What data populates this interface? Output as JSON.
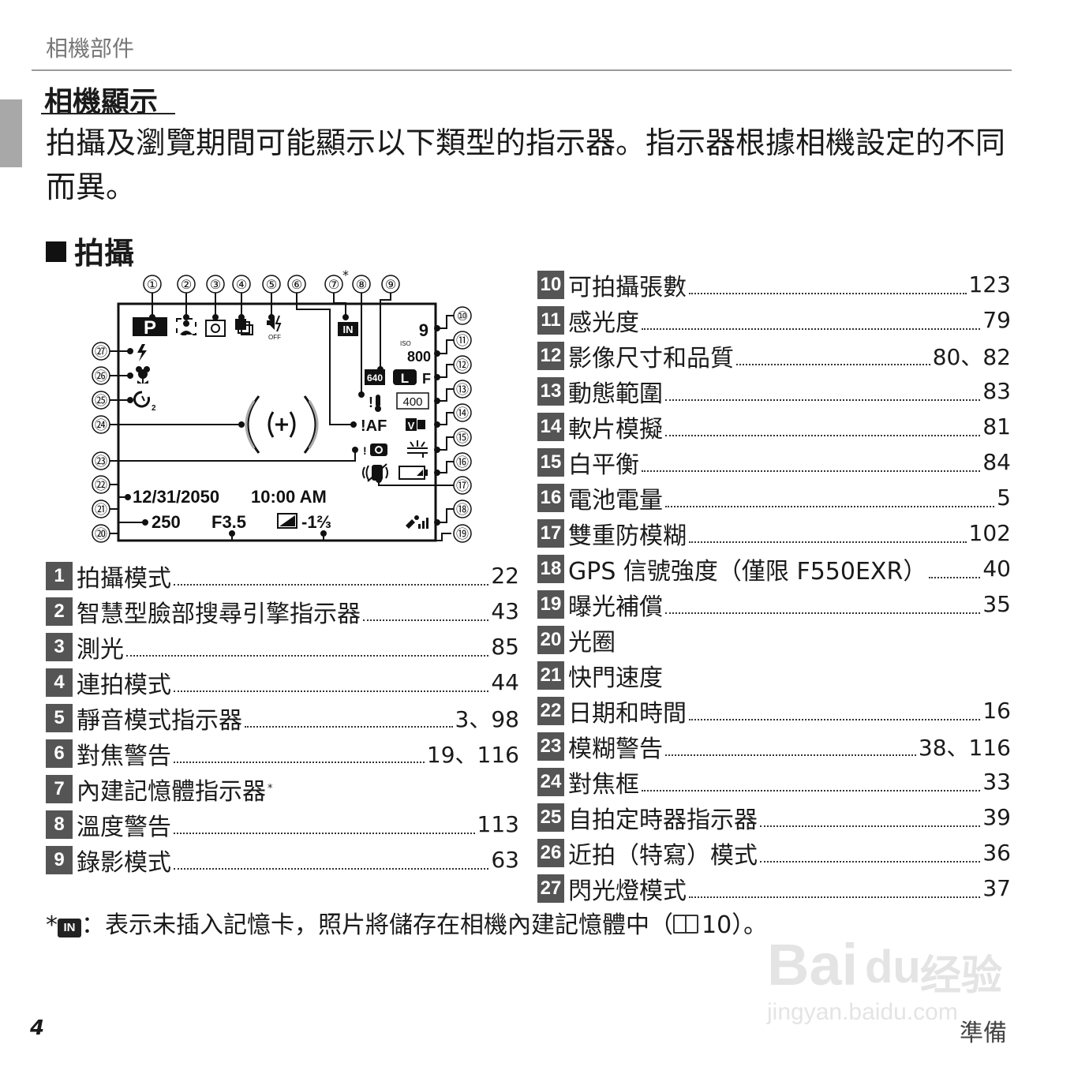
{
  "header": {
    "section": "相機部件"
  },
  "title": "相機顯示",
  "intro": "拍攝及瀏覽期間可能顯示以下類型的指示器。指示器根據相機設定的不同而異。",
  "subhead": "拍攝",
  "diagram": {
    "mode_icon": "P",
    "internal_memory_icon": "IN",
    "frames": "9",
    "iso_label": "ISO",
    "iso_value": "800",
    "movie_mode": "640",
    "image_size": "L",
    "image_quality": "F",
    "dynamic_range": "400",
    "focus_warning": "!AF",
    "date": "12/31/2050",
    "time": "10:00 AM",
    "shutter": "250",
    "aperture": "F3.5",
    "exposure_comp": "-1⅔",
    "silent_label": "OFF",
    "callouts": [
      "①",
      "②",
      "③",
      "④",
      "⑤",
      "⑥",
      "⑦",
      "⑧",
      "⑨",
      "⑩",
      "⑪",
      "⑫",
      "⑬",
      "⑭",
      "⑮",
      "⑯",
      "⑰",
      "⑱",
      "⑲",
      "⑳",
      "㉑",
      "㉒",
      "㉓",
      "㉔",
      "㉕",
      "㉖",
      "㉗"
    ],
    "callout_star": "*",
    "icons": {
      "face_detect": "face-detection-icon",
      "metering": "metering-icon",
      "continuous": "continuous-shooting-icon",
      "silent": "silent-mode-icon",
      "temperature": "temperature-warning-icon",
      "film_sim": "film-simulation-icon",
      "white_balance": "white-balance-icon",
      "battery": "battery-icon",
      "dual_is": "dual-is-icon",
      "gps": "gps-signal-icon",
      "blur_warning": "blur-warning-icon",
      "focus_frame": "focus-frame-icon",
      "self_timer": "self-timer-icon",
      "macro": "macro-icon",
      "flash": "flash-icon",
      "exposure": "exposure-compensation-icon"
    }
  },
  "list_left": [
    {
      "num": "1",
      "label": "拍攝模式",
      "page": "22"
    },
    {
      "num": "2",
      "label": "智慧型臉部搜尋引擎指示器",
      "page": "43"
    },
    {
      "num": "3",
      "label": "測光",
      "page": "85"
    },
    {
      "num": "4",
      "label": "連拍模式",
      "page": "44"
    },
    {
      "num": "5",
      "label": "靜音模式指示器",
      "page": "3、98"
    },
    {
      "num": "6",
      "label": "對焦警告",
      "page": "19、116"
    },
    {
      "num": "7",
      "label": "內建記憶體指示器",
      "note": "*",
      "page": ""
    },
    {
      "num": "8",
      "label": "溫度警告",
      "page": "113"
    },
    {
      "num": "9",
      "label": "錄影模式",
      "page": "63"
    }
  ],
  "list_right": [
    {
      "num": "10",
      "label": "可拍攝張數",
      "page": "123"
    },
    {
      "num": "11",
      "label": "感光度",
      "page": "79"
    },
    {
      "num": "12",
      "label": "影像尺寸和品質",
      "page": "80、82"
    },
    {
      "num": "13",
      "label": "動態範圍",
      "page": "83"
    },
    {
      "num": "14",
      "label": "軟片模擬",
      "page": "81"
    },
    {
      "num": "15",
      "label": "白平衡",
      "page": "84"
    },
    {
      "num": "16",
      "label": "電池電量",
      "page": "5"
    },
    {
      "num": "17",
      "label": "雙重防模糊",
      "page": "102"
    },
    {
      "num": "18",
      "label": "GPS 信號強度（僅限 F550EXR）",
      "page": "40"
    },
    {
      "num": "19",
      "label": "曝光補償",
      "page": "35"
    },
    {
      "num": "20",
      "label": "光圈",
      "page": ""
    },
    {
      "num": "21",
      "label": "快門速度",
      "page": ""
    },
    {
      "num": "22",
      "label": "日期和時間",
      "page": "16"
    },
    {
      "num": "23",
      "label": "模糊警告",
      "page": "38、116"
    },
    {
      "num": "24",
      "label": "對焦框",
      "page": "33"
    },
    {
      "num": "25",
      "label": "自拍定時器指示器",
      "page": "39"
    },
    {
      "num": "26",
      "label": "近拍（特寫）模式",
      "page": "36"
    },
    {
      "num": "27",
      "label": "閃光燈模式",
      "page": "37"
    }
  ],
  "footnote": {
    "star": "*",
    "badge": "IN",
    "text": "：表示未插入記憶卡，照片將儲存在相機內建記憶體中（",
    "ref": "10",
    "close": "）。"
  },
  "page_number": "4",
  "footer_section": "準備",
  "watermark": {
    "brand": "Bai",
    "brand2": "du",
    "brand3": "经验",
    "url": "jingyan.baidu.com"
  }
}
